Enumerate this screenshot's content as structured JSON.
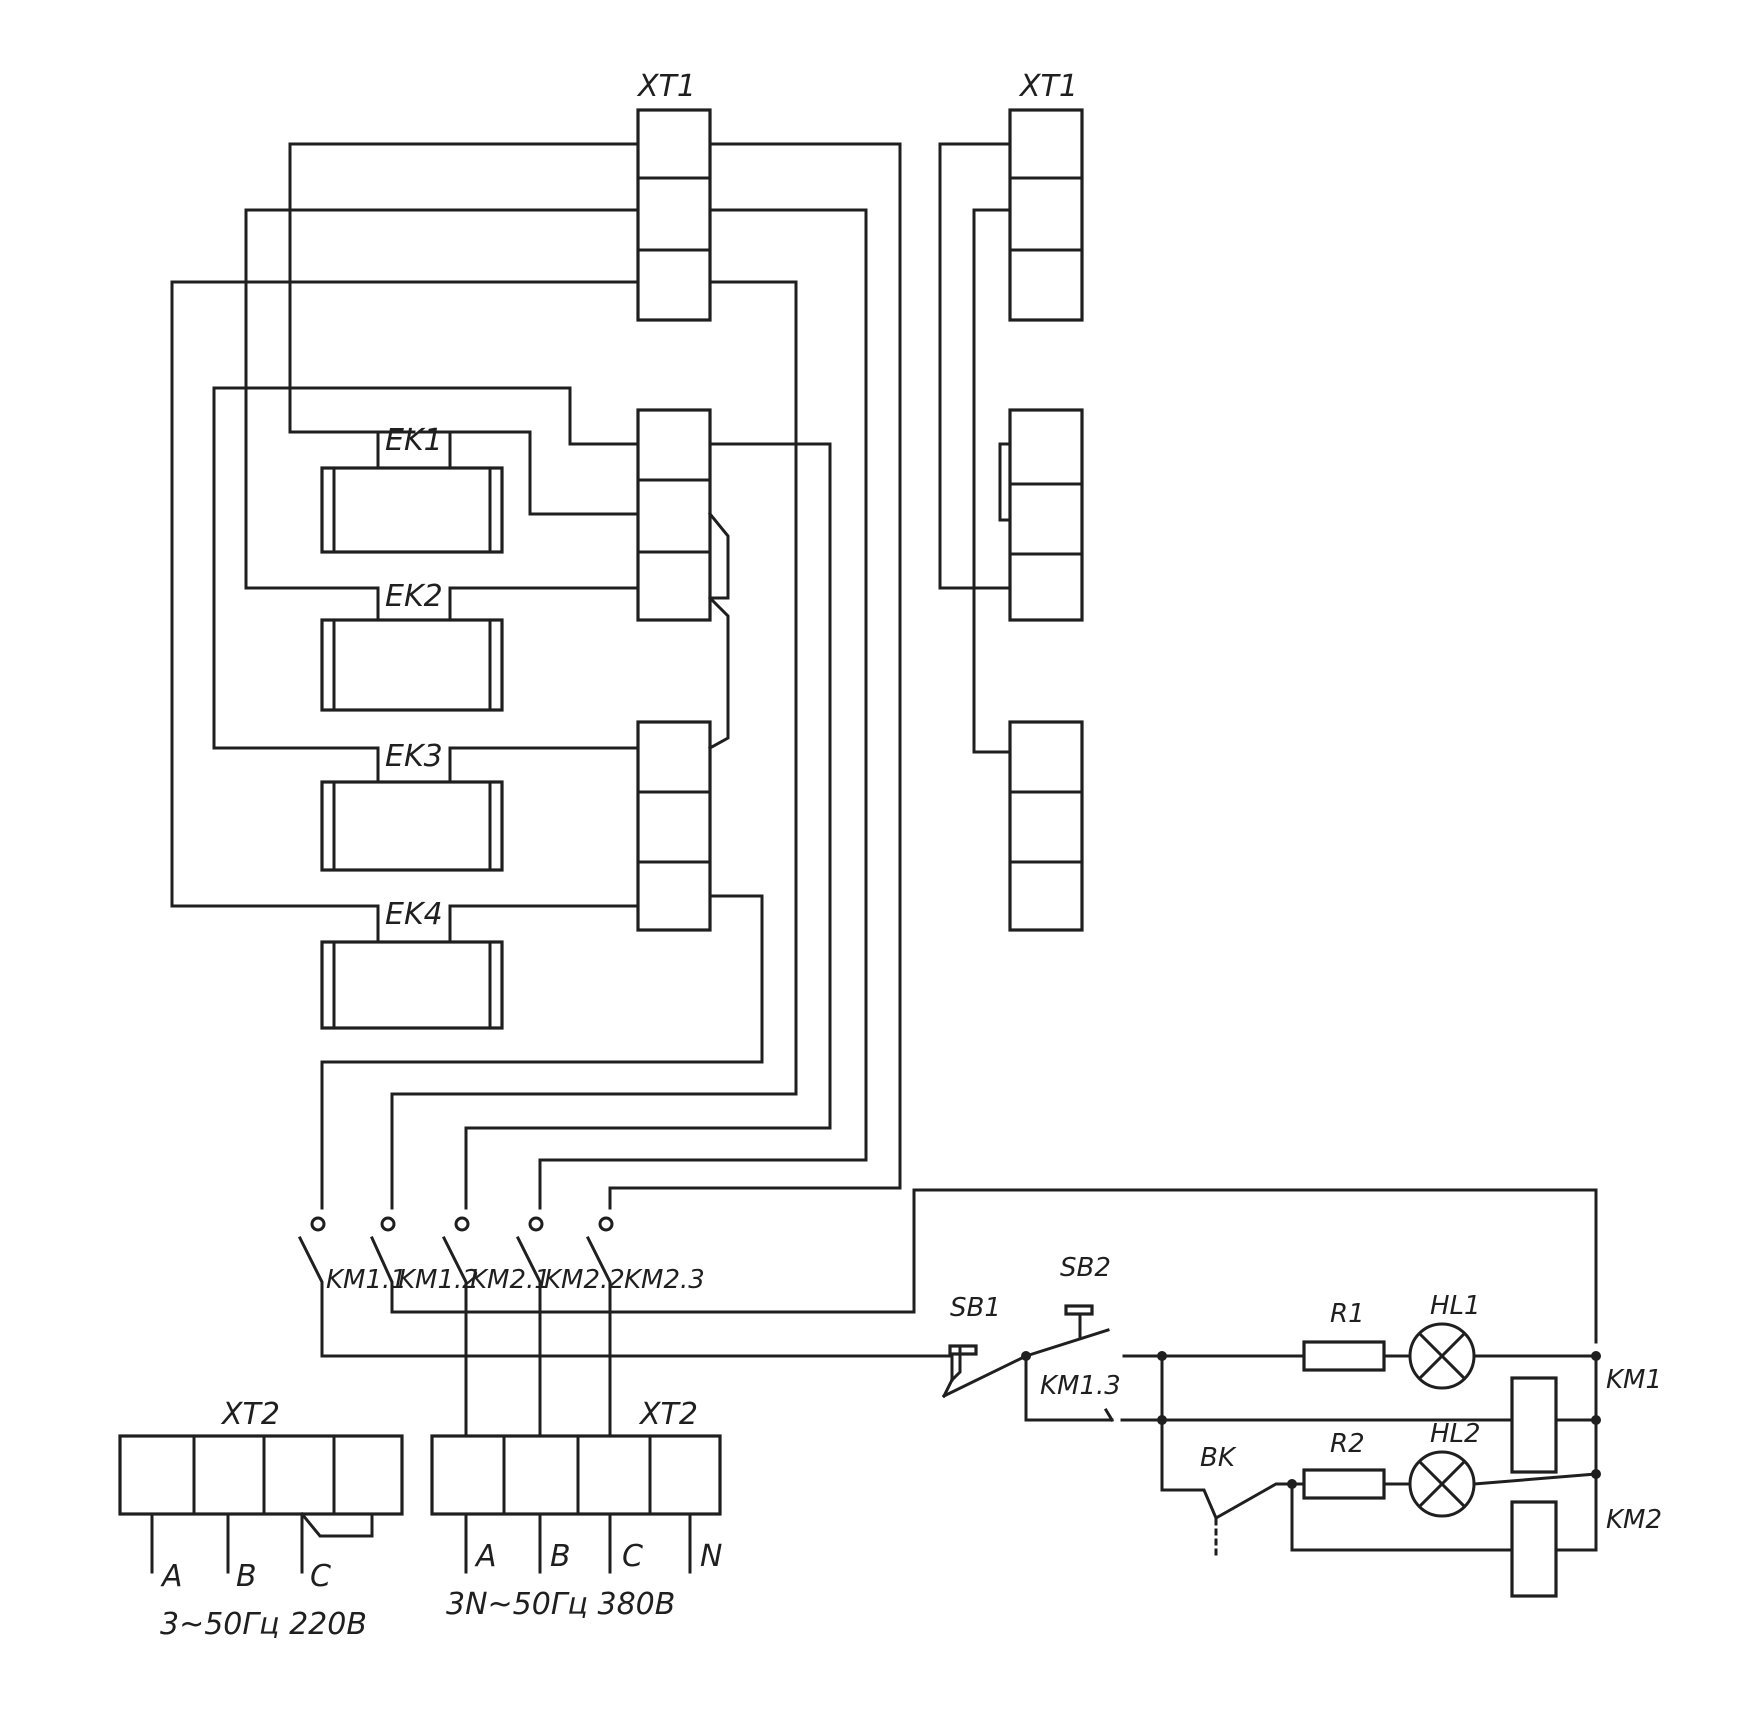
{
  "terminals": {
    "xt1_top_left": "XT1",
    "xt1_top_right": "XT1",
    "xt2_left": "XT2",
    "xt2_right": "XT2"
  },
  "heaters": [
    "EK1",
    "EK2",
    "EK3",
    "EK4"
  ],
  "contacts": [
    "KM1.1",
    "KM1.2",
    "KM2.1",
    "KM2.2",
    "KM2.3"
  ],
  "control": {
    "sb1": "SB1",
    "sb2": "SB2",
    "km13": "KM1.3",
    "r1": "R1",
    "r2": "R2",
    "hl1": "HL1",
    "hl2": "HL2",
    "km1": "KM1",
    "km2": "KM2",
    "bk": "BK"
  },
  "supply_220": {
    "phases": [
      "A",
      "B",
      "C"
    ],
    "caption": "3~50Гц 220В"
  },
  "supply_380": {
    "phases": [
      "A",
      "B",
      "C",
      "N"
    ],
    "caption": "3N~50Гц 380В"
  }
}
